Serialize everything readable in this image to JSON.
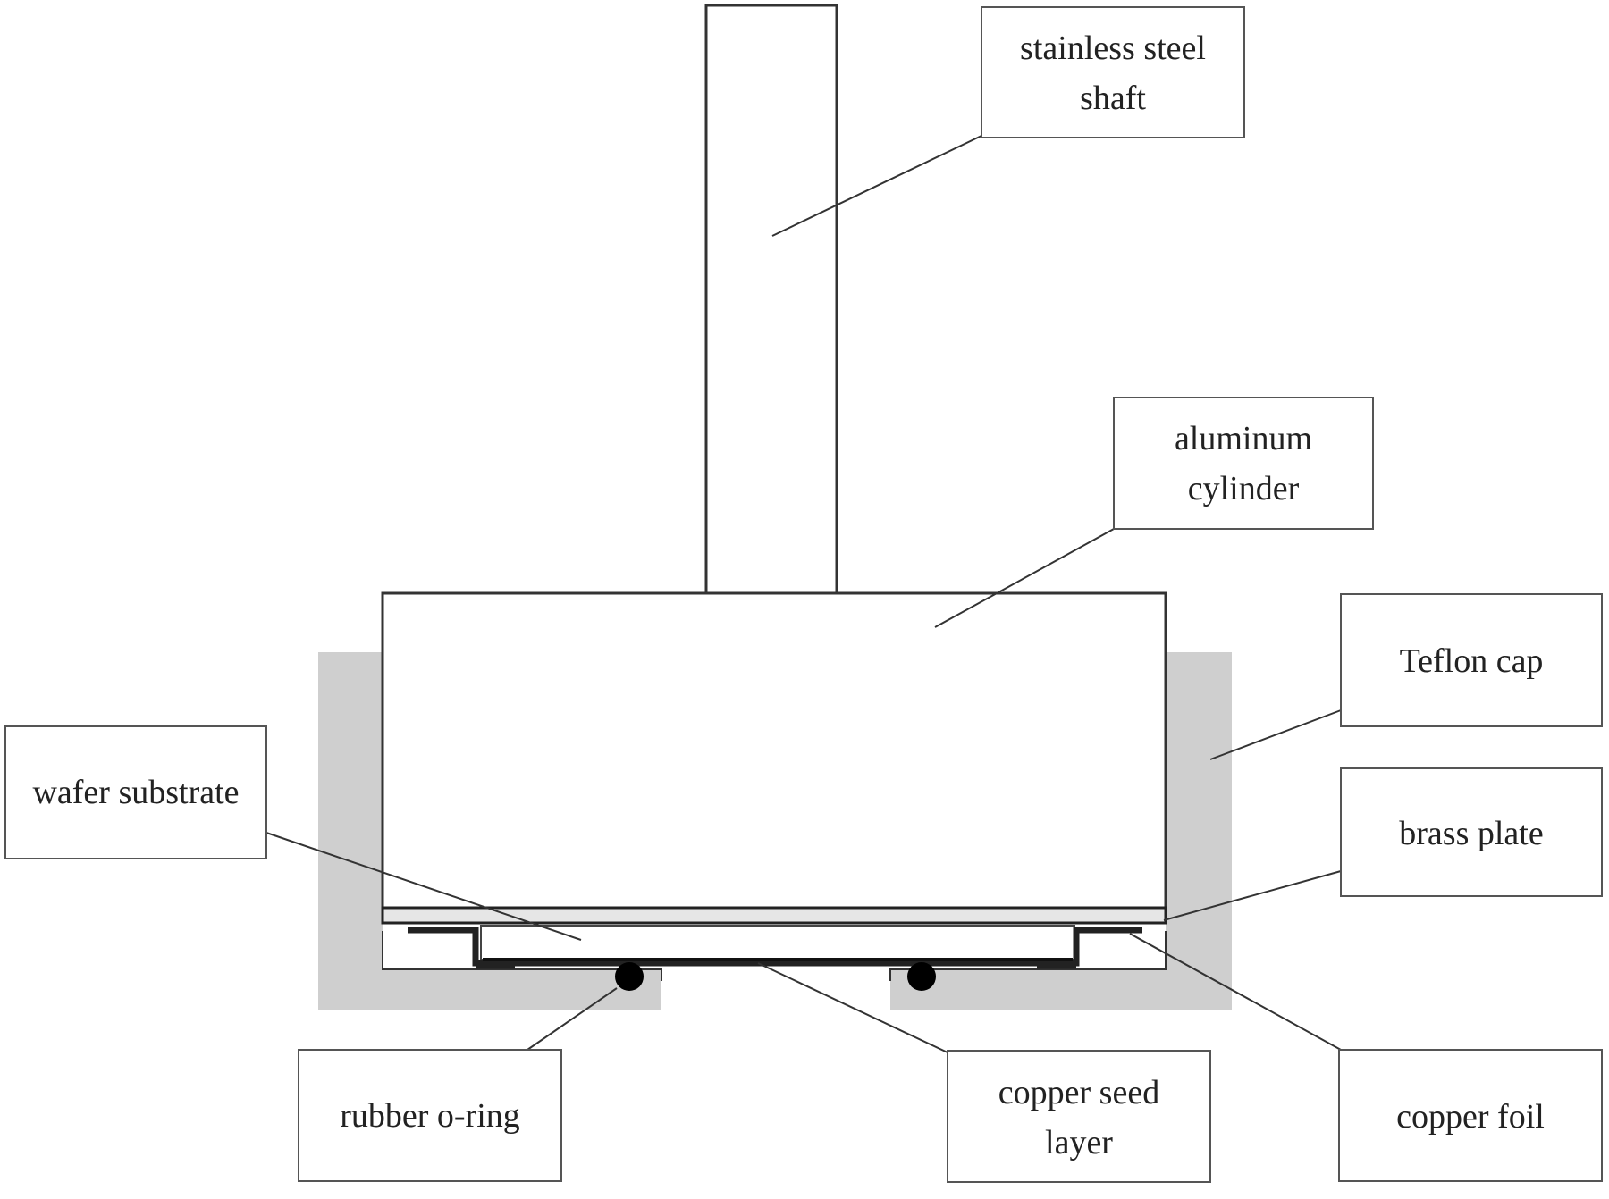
{
  "labels": {
    "shaft": [
      "stainless steel",
      "shaft"
    ],
    "cylinder": [
      "aluminum",
      "cylinder"
    ],
    "teflon": [
      "Teflon cap"
    ],
    "brass": [
      "brass plate"
    ],
    "wafer": [
      "wafer substrate"
    ],
    "oring": [
      "rubber o-ring"
    ],
    "seed": [
      "copper seed",
      "layer"
    ],
    "foil": [
      "copper foil"
    ]
  },
  "colors": {
    "teflon": "#cfcfcf",
    "line": "#333333",
    "box_border": "#555555"
  }
}
